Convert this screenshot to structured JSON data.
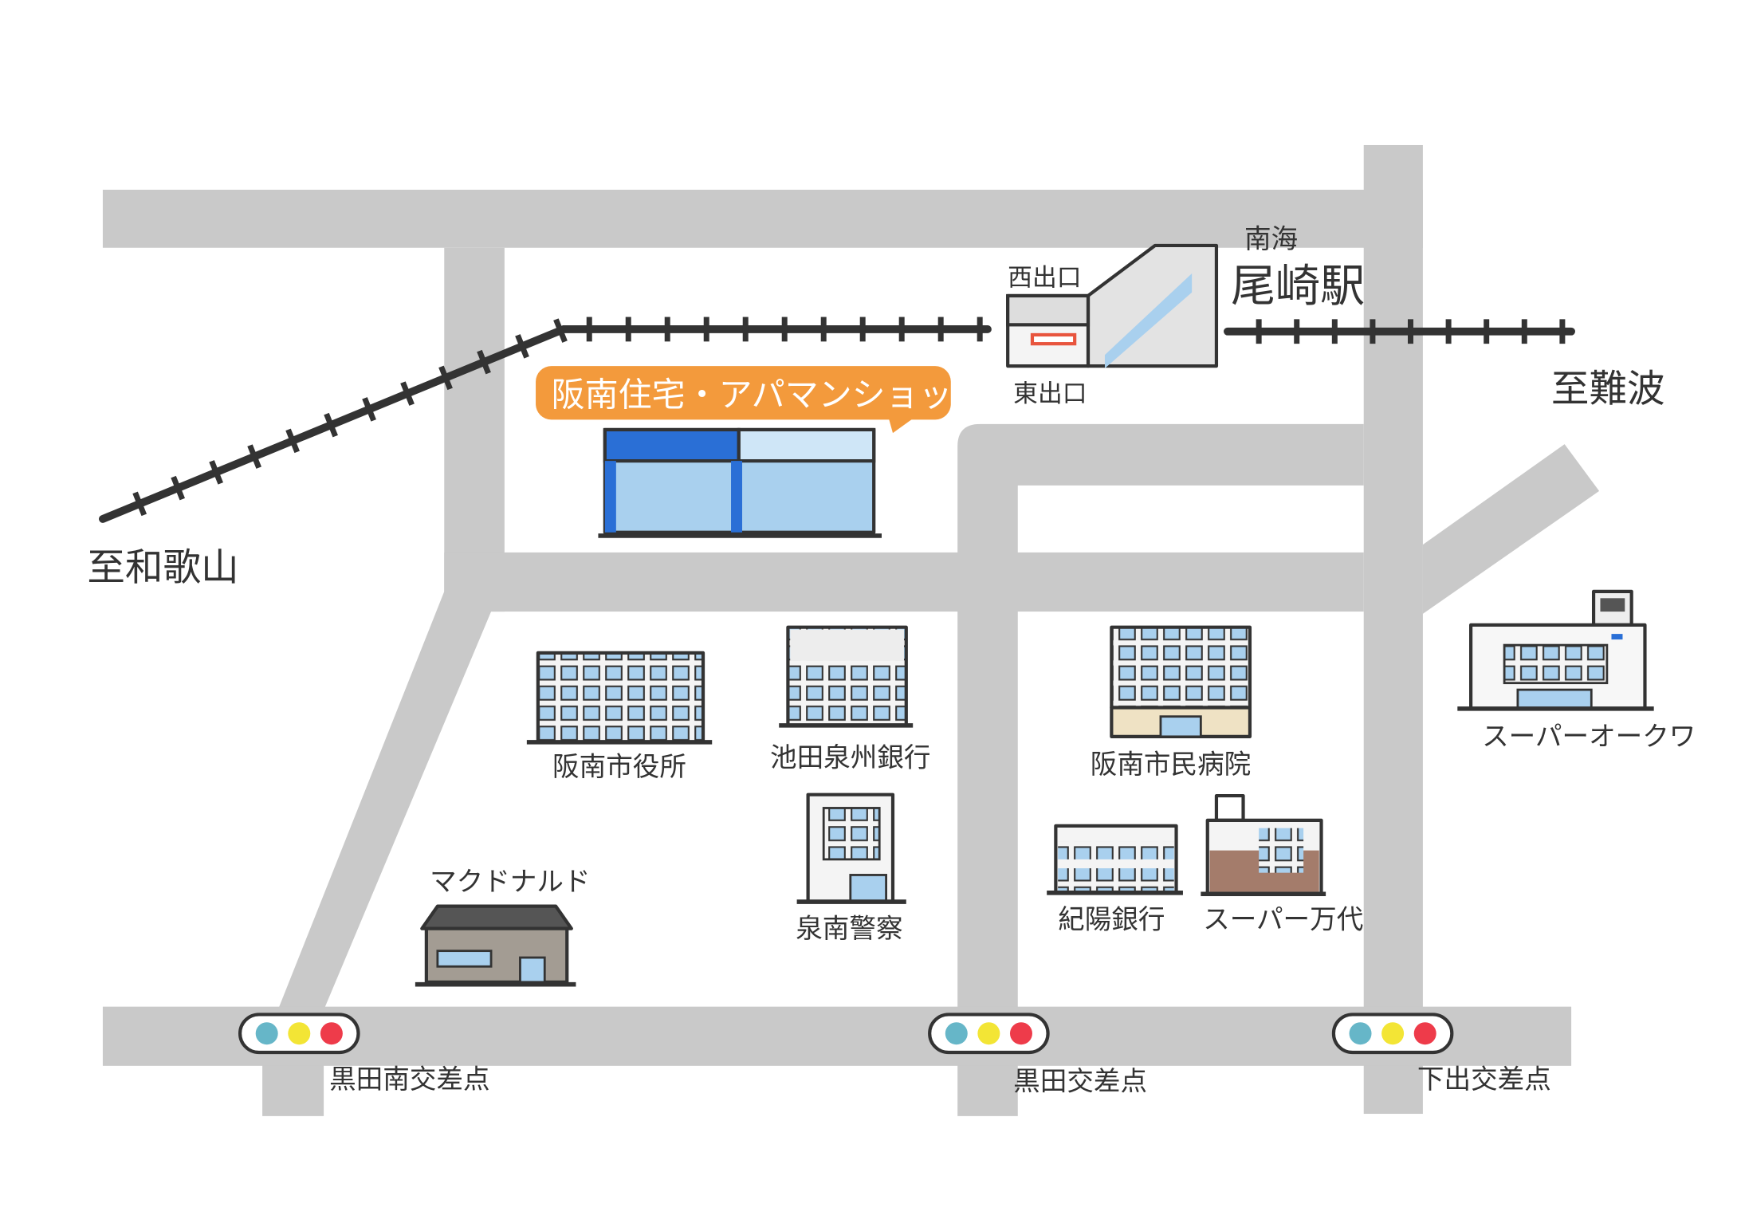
{
  "directions": {
    "to_wakayama": "至和歌山",
    "to_namba": "至難波"
  },
  "station": {
    "line": "南海",
    "name": "尾崎駅",
    "west_exit": "西出口",
    "east_exit": "東出口"
  },
  "shop": {
    "callout": "阪南住宅・アパマンショップ"
  },
  "landmarks": [
    {
      "label": "阪南市役所"
    },
    {
      "label": "池田泉州銀行"
    },
    {
      "label": "阪南市民病院"
    },
    {
      "label": "スーパーオークワ"
    },
    {
      "label": "マクドナルド"
    },
    {
      "label": "泉南警察"
    },
    {
      "label": "紀陽銀行"
    },
    {
      "label": "スーパー万代"
    }
  ],
  "intersections": [
    {
      "label": "黒田南交差点"
    },
    {
      "label": "黒田交差点"
    },
    {
      "label": "下出交差点"
    }
  ],
  "colors": {
    "road": "#c9c9c9",
    "callout": "#f39a3c",
    "signal_blue": "#66b6c8",
    "signal_yellow": "#f3e535",
    "signal_red": "#ee3b4a"
  }
}
